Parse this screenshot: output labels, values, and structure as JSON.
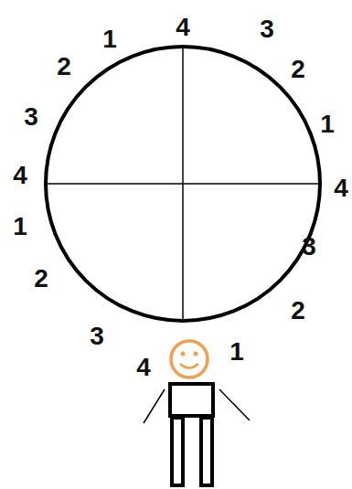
{
  "diagram": {
    "labels": [
      "4",
      "3",
      "2",
      "1",
      "4",
      "3",
      "2",
      "1",
      "4",
      "3",
      "2",
      "1",
      "4",
      "3",
      "2",
      "1"
    ]
  }
}
